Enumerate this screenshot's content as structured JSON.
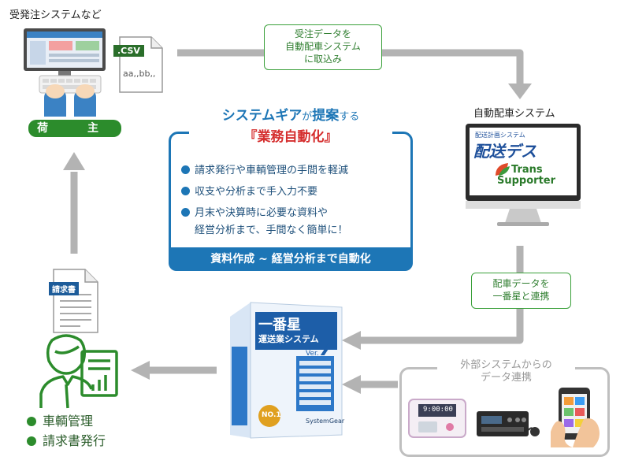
{
  "shipper": {
    "system_label": "受発注システムなど",
    "csv_tag": ".CSV",
    "csv_sample": "aa,,bb,,",
    "role_label": "荷　主"
  },
  "flow_boxes": {
    "import": "受注データを\n自動配車システム\nに取込み",
    "link": "配車データを\n一番星と連携"
  },
  "dispatch_system": {
    "label": "自動配車システム",
    "logo1_small": "配送計画システム",
    "logo1_main": "配送デス",
    "logo2_line1": "Trans",
    "logo2_line2": "Supporter"
  },
  "callout": {
    "heading_main": "システムギア",
    "heading_small1": "が",
    "heading_main2": "提案",
    "heading_small2": "する",
    "subheading": "『業務自動化』",
    "bullets": [
      "請求発行や車輌管理の手間を軽減",
      "収支や分析まで手入力不要",
      "月末や決算時に必要な資料や"
    ],
    "bullet3_cont": "経営分析まで、手間なく簡単に！",
    "footer": "資料作成 ~ 経営分析まで自動化"
  },
  "invoice": {
    "title": "請求書"
  },
  "product": {
    "name_big": "一番星",
    "subtitle": "運送業システム",
    "version_word": "Ver.",
    "version_number": "7",
    "brand": "SystemGear",
    "badge": "NO.1"
  },
  "results": [
    "車輌管理",
    "請求書発行"
  ],
  "external": {
    "title": "外部システムからの\nデータ連携",
    "device_time": "9:00:00"
  },
  "colors": {
    "arrow": "#b3b3b3",
    "green": "#2c8c2c",
    "blue": "#1d76b6",
    "red": "#d52e2e"
  }
}
